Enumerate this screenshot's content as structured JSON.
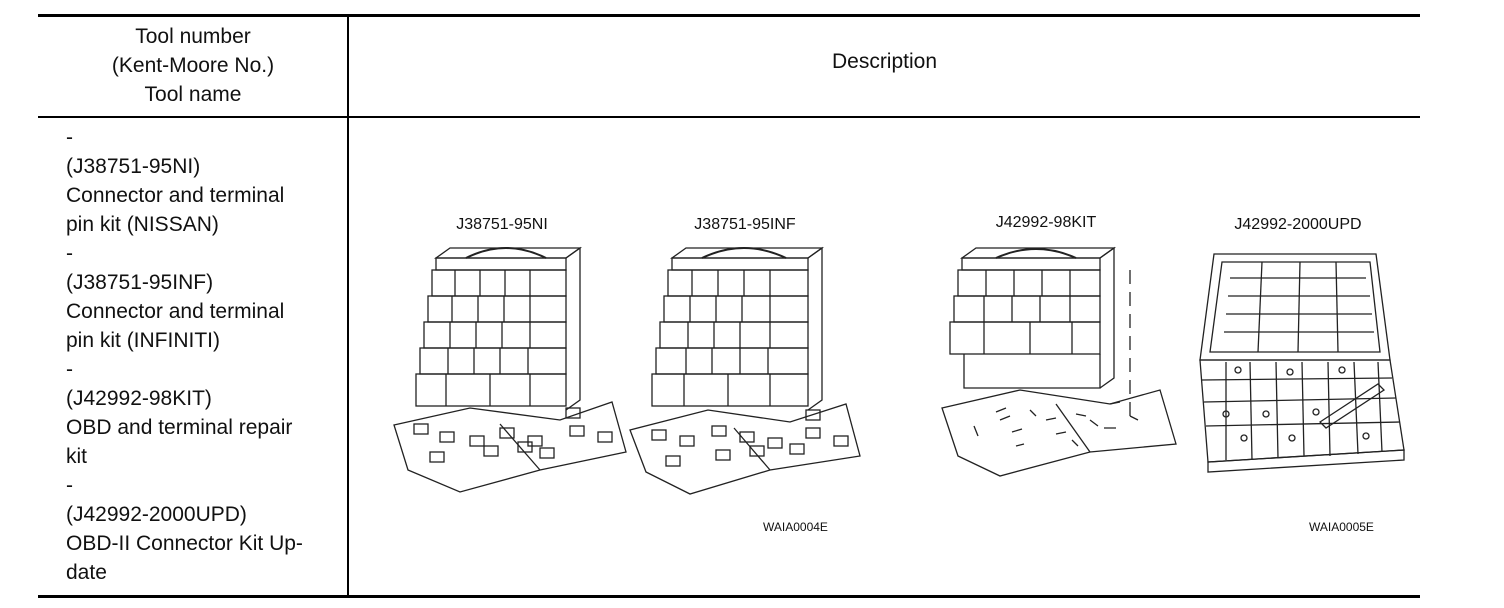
{
  "header": {
    "tool_lines": [
      "Tool number",
      "(Kent-Moore No.)",
      "Tool name"
    ],
    "description": "Description"
  },
  "tools": [
    "-",
    "(J38751-95NI)",
    "Connector and terminal",
    "pin kit (NISSAN)",
    "-",
    "(J38751-95INF)",
    "Connector and terminal",
    "pin kit (INFINITI)",
    "-",
    "(J42992-98KIT)",
    "OBD and terminal repair",
    "kit",
    "-",
    "(J42992-2000UPD)",
    "OBD-II Connector Kit Up-",
    "date"
  ],
  "figure": {
    "kit_labels": [
      "J38751-95NI",
      "J38751-95INF",
      "J42992-98KIT",
      "J42992-2000UPD"
    ],
    "codes": [
      "WAIA0004E",
      "WAIA0005E"
    ]
  }
}
